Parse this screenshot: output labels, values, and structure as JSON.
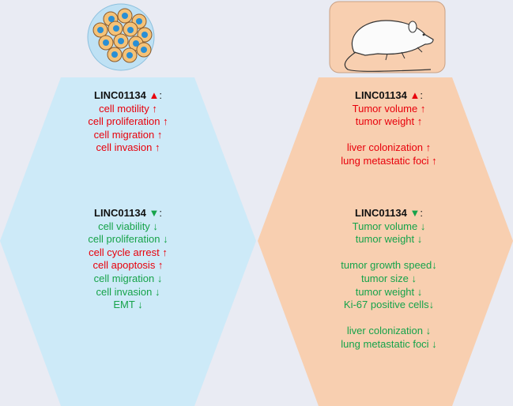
{
  "colors": {
    "left_panel": "#cdeaf8",
    "right_panel": "#f8cfb0",
    "increase": "#e8000b",
    "decrease": "#16a34a"
  },
  "left": {
    "icon": "cell-cluster-icon",
    "up": {
      "heading": "LINC01134",
      "marker": "▲",
      "colon": ":",
      "items": [
        "cell motility ↑",
        "cell proliferation ↑",
        "cell migration ↑",
        "cell invasion ↑"
      ]
    },
    "down": {
      "heading": "LINC01134",
      "marker": "▼",
      "colon": ":",
      "items": [
        {
          "text": "cell viability ↓",
          "tone": "green"
        },
        {
          "text": "cell proliferation ↓",
          "tone": "green"
        },
        {
          "text": "cell cycle arrest ↑",
          "tone": "red"
        },
        {
          "text": "cell apoptosis ↑",
          "tone": "red"
        },
        {
          "text": "cell migration ↓",
          "tone": "green"
        },
        {
          "text": "cell invasion ↓",
          "tone": "green"
        },
        {
          "text": "EMT ↓",
          "tone": "green"
        }
      ]
    }
  },
  "right": {
    "icon": "mouse-icon",
    "up": {
      "heading": "LINC01134",
      "marker": "▲",
      "colon": ":",
      "group1": [
        "Tumor volume ↑",
        "tumor weight ↑"
      ],
      "group2": [
        "liver colonization ↑",
        "lung metastatic  foci ↑"
      ]
    },
    "down": {
      "heading": "LINC01134",
      "marker": "▼",
      "colon": ":",
      "group1": [
        "Tumor volume ↓",
        "tumor weight ↓"
      ],
      "group2": [
        "tumor growth speed↓",
        "tumor size ↓",
        "tumor weight ↓",
        "Ki-67 positive cells↓"
      ],
      "group3": [
        "liver colonization ↓",
        "lung metastatic  foci ↓"
      ]
    }
  }
}
